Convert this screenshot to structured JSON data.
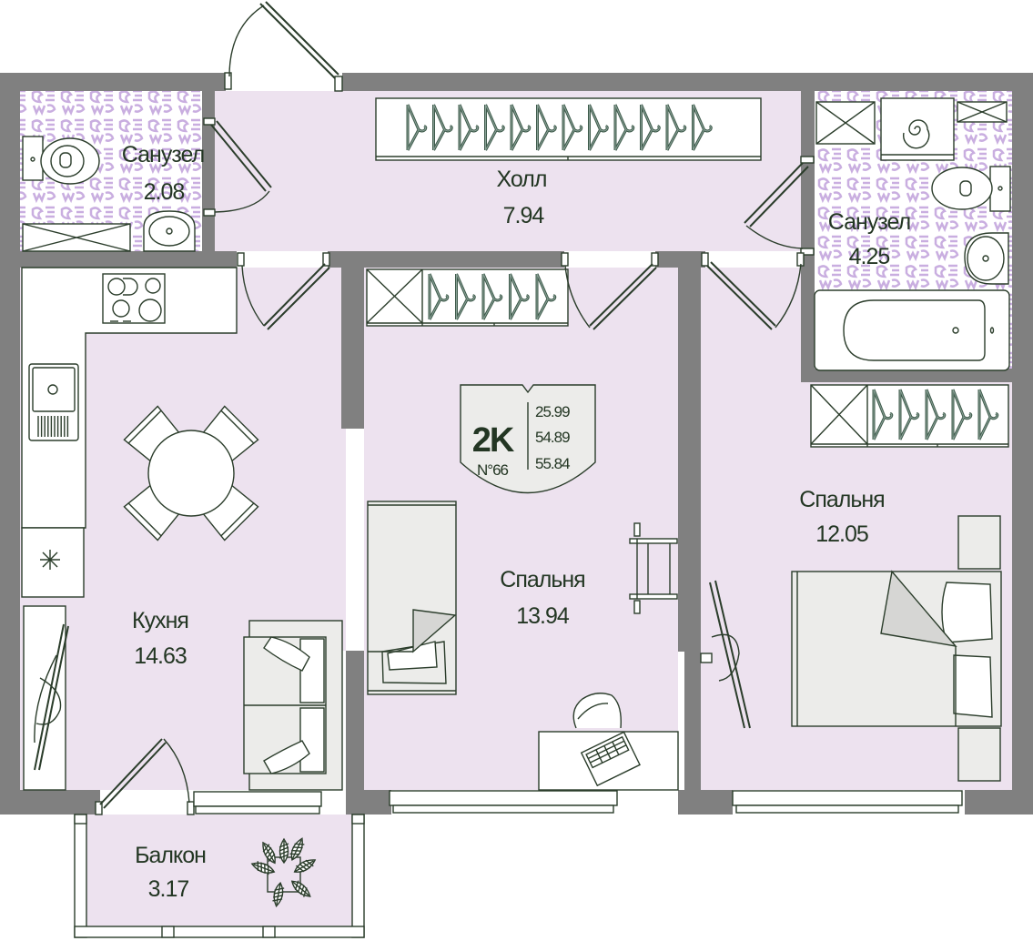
{
  "plan": {
    "apartment_type": "2K",
    "apartment_number": "N°66",
    "areas": {
      "living": "25.99",
      "total": "54.89",
      "total_with_balcony": "55.84"
    },
    "colors": {
      "wall": "#808080",
      "floor": "#ede2ef",
      "line": "#2b3d2b",
      "text": "#233623",
      "tile_pattern": "#c9aee0",
      "furniture_fill": "#ececea"
    }
  },
  "rooms": {
    "bathroom_small": {
      "name": "Санузел",
      "area": "2.08"
    },
    "hall": {
      "name": "Холл",
      "area": "7.94"
    },
    "bathroom_large": {
      "name": "Санузел",
      "area": "4.25"
    },
    "kitchen": {
      "name": "Кухня",
      "area": "14.63"
    },
    "bedroom_middle": {
      "name": "Спальня",
      "area": "13.94"
    },
    "bedroom_right": {
      "name": "Спальня",
      "area": "12.05"
    },
    "balcony": {
      "name": "Балкон",
      "area": "3.17"
    }
  },
  "icons": {
    "wardrobe": "hanger-icon",
    "storage": "cross-box-icon",
    "washer": "spiral-icon",
    "plant": "plant-icon",
    "fridge": "asterisk-icon"
  }
}
